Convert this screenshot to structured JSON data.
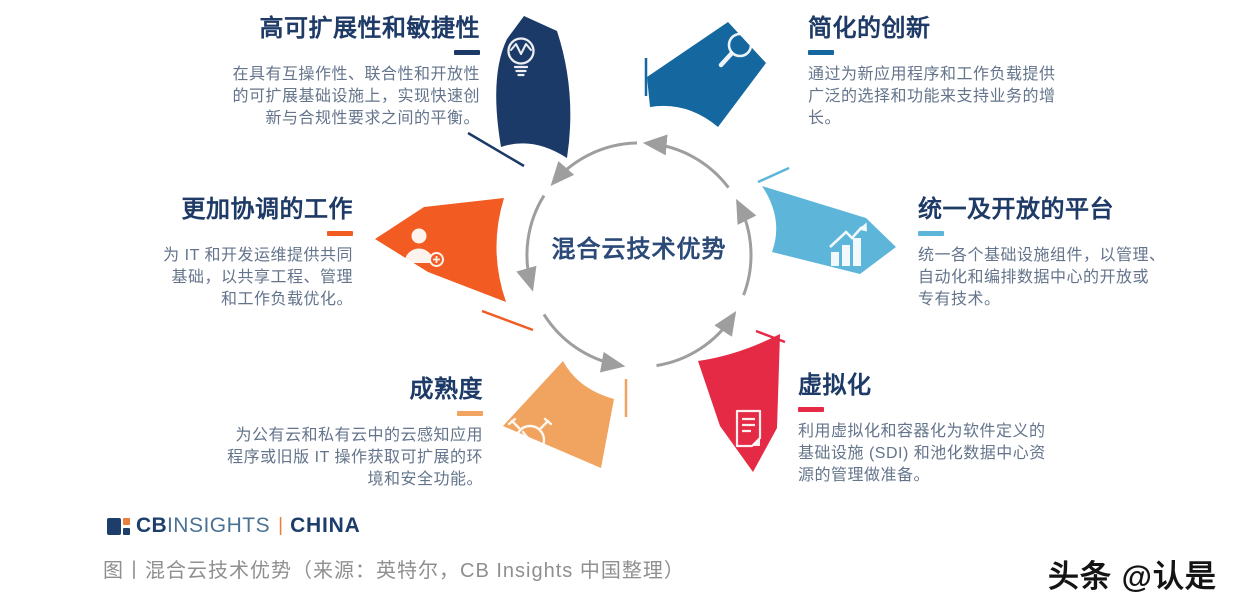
{
  "center": {
    "label": "混合云技术优势"
  },
  "segments": [
    {
      "id": "high-scalability-agility",
      "title": "高可扩展性和敏捷性",
      "description": "在具有互操作性、联合性和开放性\n的可扩展基础设施上，实现快速创\n新与合规性要求之间的平衡。",
      "color": "#1b3a68",
      "icon": "lightbulb-icon"
    },
    {
      "id": "simplified-innovation",
      "title": "简化的创新",
      "description": "通过为新应用程序和工作负载提供\n广泛的选择和功能来支持业务的增\n长。",
      "color": "#14679f",
      "icon": "magnifier-icon"
    },
    {
      "id": "unified-open-platform",
      "title": "统一及开放的平台",
      "description": "统一各个基础设施组件，以管理、\n自动化和编排数据中心的开放或\n专有技术。",
      "color": "#5db6da",
      "icon": "growth-chart-icon"
    },
    {
      "id": "more-coordinated-work",
      "title": "更加协调的工作",
      "description": "为 IT 和开发运维提供共同\n基础，以共享工程、管理\n和工作负载优化。",
      "color": "#f25c22",
      "icon": "add-user-icon"
    },
    {
      "id": "maturity",
      "title": "成熟度",
      "description": "为公有云和私有云中的云感知应用\n程序或旧版 IT 操作获取可扩展的环\n境和安全功能。",
      "color": "#f0a45f",
      "icon": "stopwatch-icon"
    },
    {
      "id": "virtualization",
      "title": "虚拟化",
      "description": "利用虚拟化和容器化为软件定义的\n基础设施 (SDI) 和池化数据中心资\n源的管理做准备。",
      "color": "#e42a44",
      "icon": "document-icon"
    }
  ],
  "footer": {
    "logo": {
      "cb": "CB",
      "insights": "INSIGHTS",
      "divider": "|",
      "china": "CHINA"
    },
    "caption": "图丨混合云技术优势（来源：英特尔，CB Insights 中国整理）",
    "watermark": "头条 @认是"
  },
  "colors": {
    "title_text": "#1e3a67",
    "description_text": "#64748b",
    "center_text": "#2c4a78",
    "circle_arrows": "#9e9e9e",
    "caption_text": "#8f8f8f",
    "logo_navy": "#1d3e6b",
    "logo_blue": "#4b7194",
    "logo_orange": "#e8803d",
    "icon_white": "rgba(255,255,255,0.92)"
  }
}
